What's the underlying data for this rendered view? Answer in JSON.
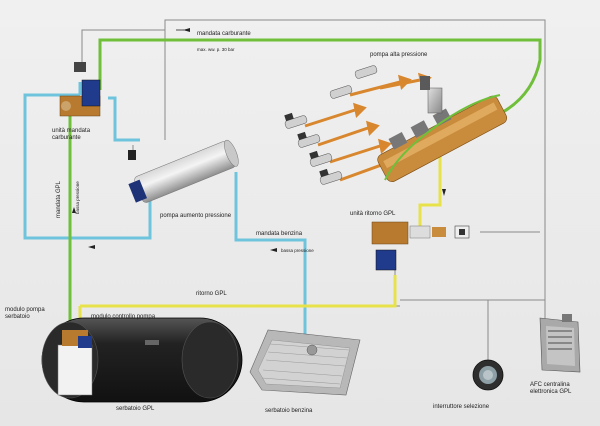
{
  "labels": {
    "mandata_carburante": "mandata carburante",
    "max_pressure": "max. ww. p. 30 bar",
    "pompa_alta_pressione": "pompa alta pressione",
    "unita_mandata": "unità mandata\ncarburante",
    "mandata_gpl": "mandata GPL",
    "bassa_pressione_vert": "bassa pressione",
    "pompa_aumento": "pompa aumento pressione",
    "mandata_benzina": "mandata benzina",
    "bassa_pressione": "bassa pressione",
    "unita_ritorno": "unità ritorno GPL",
    "ritorno_gpl": "ritorno GPL",
    "modulo_pompa": "modulo pompa\nserbatoio",
    "modulo_controllo": "modulo controllo pompa",
    "serbatoio_gpl": "serbatoio GPL",
    "serbatoio_benzina": "serbatoio benzina",
    "interruttore": "interruttore selezione",
    "afc": "AFC centralina\nelettronica GPL"
  },
  "colors": {
    "gpl_line": "#6fbf3a",
    "benzina_line": "#6ec4dc",
    "return_line": "#e8e24a",
    "wire": "#8a8a8a",
    "injector_arrow": "#d8872e"
  }
}
